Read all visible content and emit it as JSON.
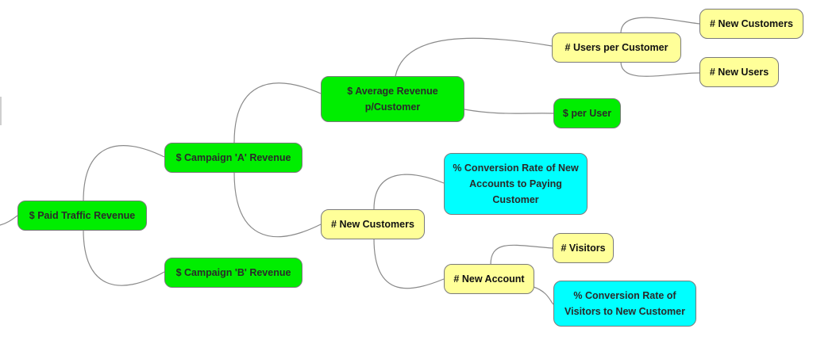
{
  "colors": {
    "revenue_node": "#00ee00",
    "metric_node": "#ffff99",
    "rate_node": "#00ffff",
    "connector": "#8a8a8a"
  },
  "nodes": {
    "paid_traffic_revenue": "$ Paid Traffic Revenue",
    "campaign_a_revenue": "$ Campaign 'A' Revenue",
    "campaign_b_revenue": "$ Campaign 'B' Revenue",
    "average_revenue_per_customer": "$ Average Revenue p/Customer",
    "new_customers": "# New Customers",
    "users_per_customer": "# Users  per Customer",
    "per_user": "$ per User",
    "users_new_customers": "# New Customers",
    "new_users": "# New Users",
    "conversion_accounts_to_paying": "% Conversion Rate of New Accounts to Paying Customer",
    "new_account": "# New Account",
    "visitors": "# Visitors",
    "conversion_visitors_to_customer": "% Conversion Rate of Visitors to New Customer"
  }
}
